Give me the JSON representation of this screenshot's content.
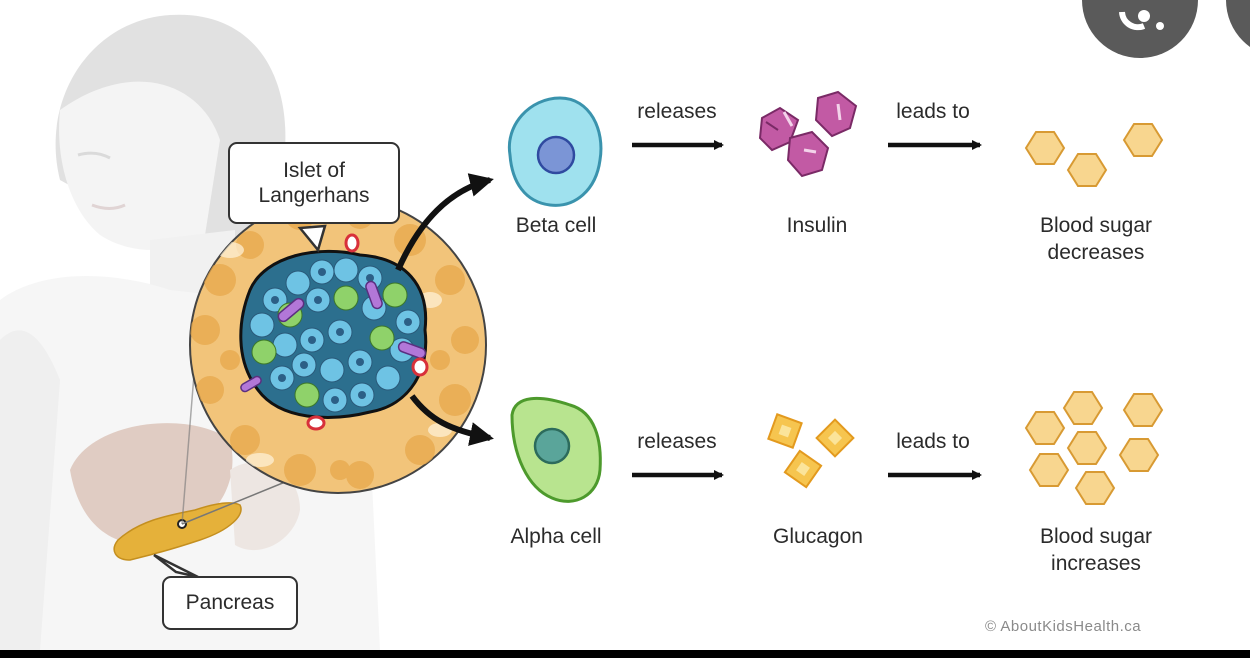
{
  "callouts": {
    "islet": "Islet of\nLangerhans",
    "pancreas": "Pancreas"
  },
  "rows": [
    {
      "cell_label": "Beta cell",
      "arrow1_label": "releases",
      "hormone_label": "Insulin",
      "arrow2_label": "leads to",
      "result_label": "Blood sugar\ndecreases"
    },
    {
      "cell_label": "Alpha cell",
      "arrow1_label": "releases",
      "hormone_label": "Glucagon",
      "arrow2_label": "leads to",
      "result_label": "Blood sugar\nincreases"
    }
  ],
  "credit": "© AboutKidsHealth.ca",
  "colors": {
    "beta_cell": "#7fd3e3",
    "alpha_cell": "#9fd97a",
    "insulin": "#b5478f",
    "glucagon": "#f4b942",
    "glucose": "#f6d18b",
    "tissue": "#f0b860",
    "islet_cell": "#5fb6d8"
  },
  "icons": {
    "lens_button": "lens-icon"
  }
}
